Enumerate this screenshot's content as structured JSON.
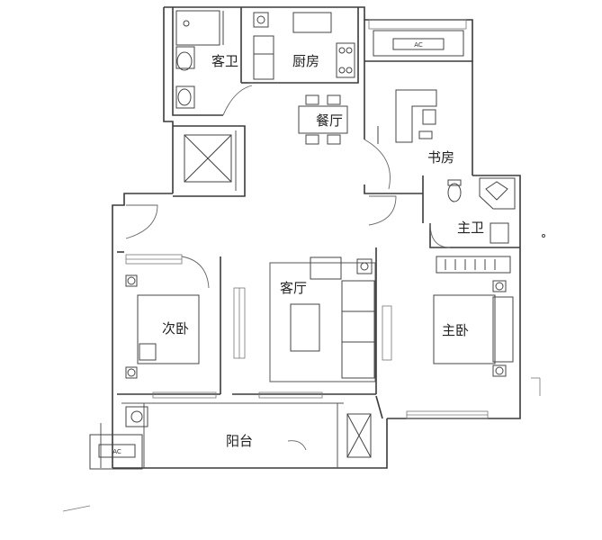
{
  "rooms": {
    "guest_bath": "客卫",
    "kitchen": "厨房",
    "dining": "餐厅",
    "study": "书房",
    "master_bath": "主卫",
    "living": "客厅",
    "second_bedroom": "次卧",
    "master_bedroom": "主卧",
    "balcony": "阳台"
  },
  "ac_labels": {
    "top_right": "AC",
    "bottom_left": "AC"
  }
}
